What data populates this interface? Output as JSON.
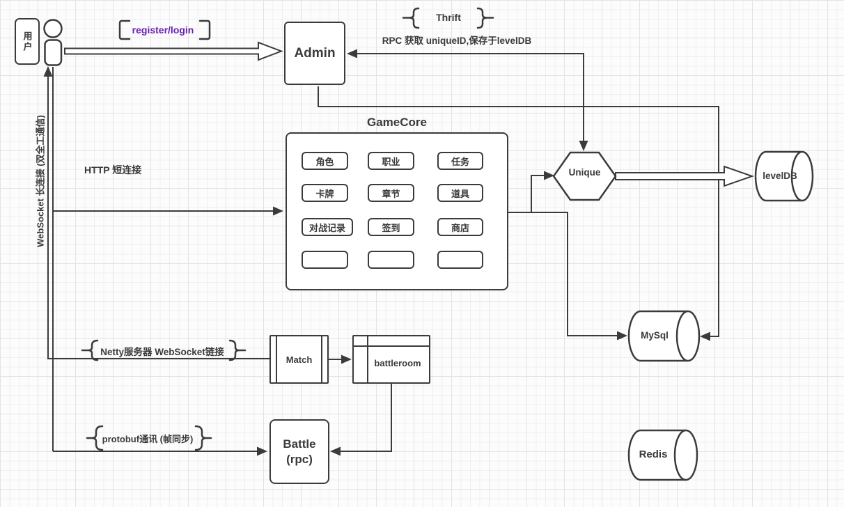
{
  "colors": {
    "stroke": "#3b3b3b",
    "accent_purple": "#6a1fb5",
    "grid": "#efefef",
    "background": "#fcfcfc"
  },
  "nodes": {
    "user": "用户",
    "admin": "Admin",
    "gamecore": {
      "title": "GameCore",
      "cells": [
        "角色",
        "职业",
        "任务",
        "卡牌",
        "章节",
        "道具",
        "对战记录",
        "签到",
        "商店",
        "",
        "",
        ""
      ]
    },
    "match": "Match",
    "battleroom": "battleroom",
    "battle": {
      "line1": "Battle",
      "line2": "(rpc)"
    },
    "unique": "Unique",
    "leveldb": "levelDB",
    "mysql": "MySql",
    "redis": "Redis"
  },
  "labels": {
    "register_login": "register/login",
    "thrift": "Thrift",
    "rpc_note": "RPC 获取 uniqueID,保存于levelDB",
    "http": "HTTP 短连接",
    "websocket": "WebSocket 长连接 (双全工通信)",
    "netty": "Netty服务器 WebSocket链接",
    "protobuf": "protobuf通讯 (帧同步)"
  }
}
